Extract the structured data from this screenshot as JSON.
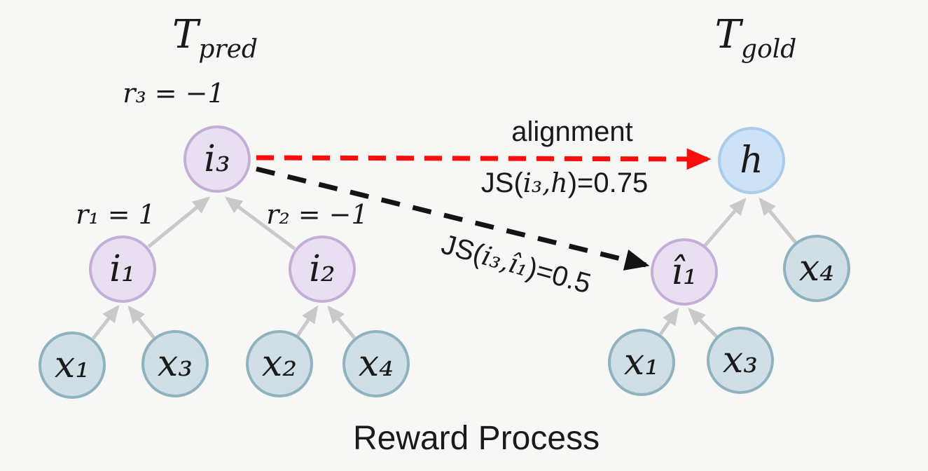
{
  "colors": {
    "bg": "#f7f7f5",
    "text": "#1a1a1a",
    "node-purple-fill": "#e8e0f1",
    "node-purple-border": "#c4aed7",
    "node-blue-fill": "#cfdfe5",
    "node-blue-border": "#8fb2bf",
    "node-h-fill": "#cde2f6",
    "node-h-border": "#a9cbec",
    "edge-gray": "#c9c9c9",
    "arrow-red": "#f90d0d",
    "arrow-black": "#141414"
  },
  "pred_tree": {
    "title_main": "T",
    "title_sub": "pred",
    "reward_r3": "r₃ = −1",
    "reward_r1": "r₁ = 1",
    "reward_r2": "r₂ = −1",
    "nodes": {
      "i3": "i₃",
      "i1": "i₁",
      "i2": "i₂",
      "x1": "x₁",
      "x3": "x₃",
      "x2": "x₂",
      "x4": "x₄"
    }
  },
  "gold_tree": {
    "title_main": "T",
    "title_sub": "gold",
    "nodes": {
      "h": "h",
      "i1_hat": "ı̂₁",
      "x4": "x₄",
      "x1": "x₁",
      "x3": "x₃"
    }
  },
  "alignment": {
    "arrow_label": "alignment",
    "js_h_prefix": "JS(",
    "js_h_args": "i₃,h",
    "js_h_suffix": ")=0.75",
    "js_i1_prefix": "JS(",
    "js_i1_args": "i₃,ı̂₁",
    "js_i1_suffix": ")=0.5"
  },
  "caption": "Reward Process"
}
